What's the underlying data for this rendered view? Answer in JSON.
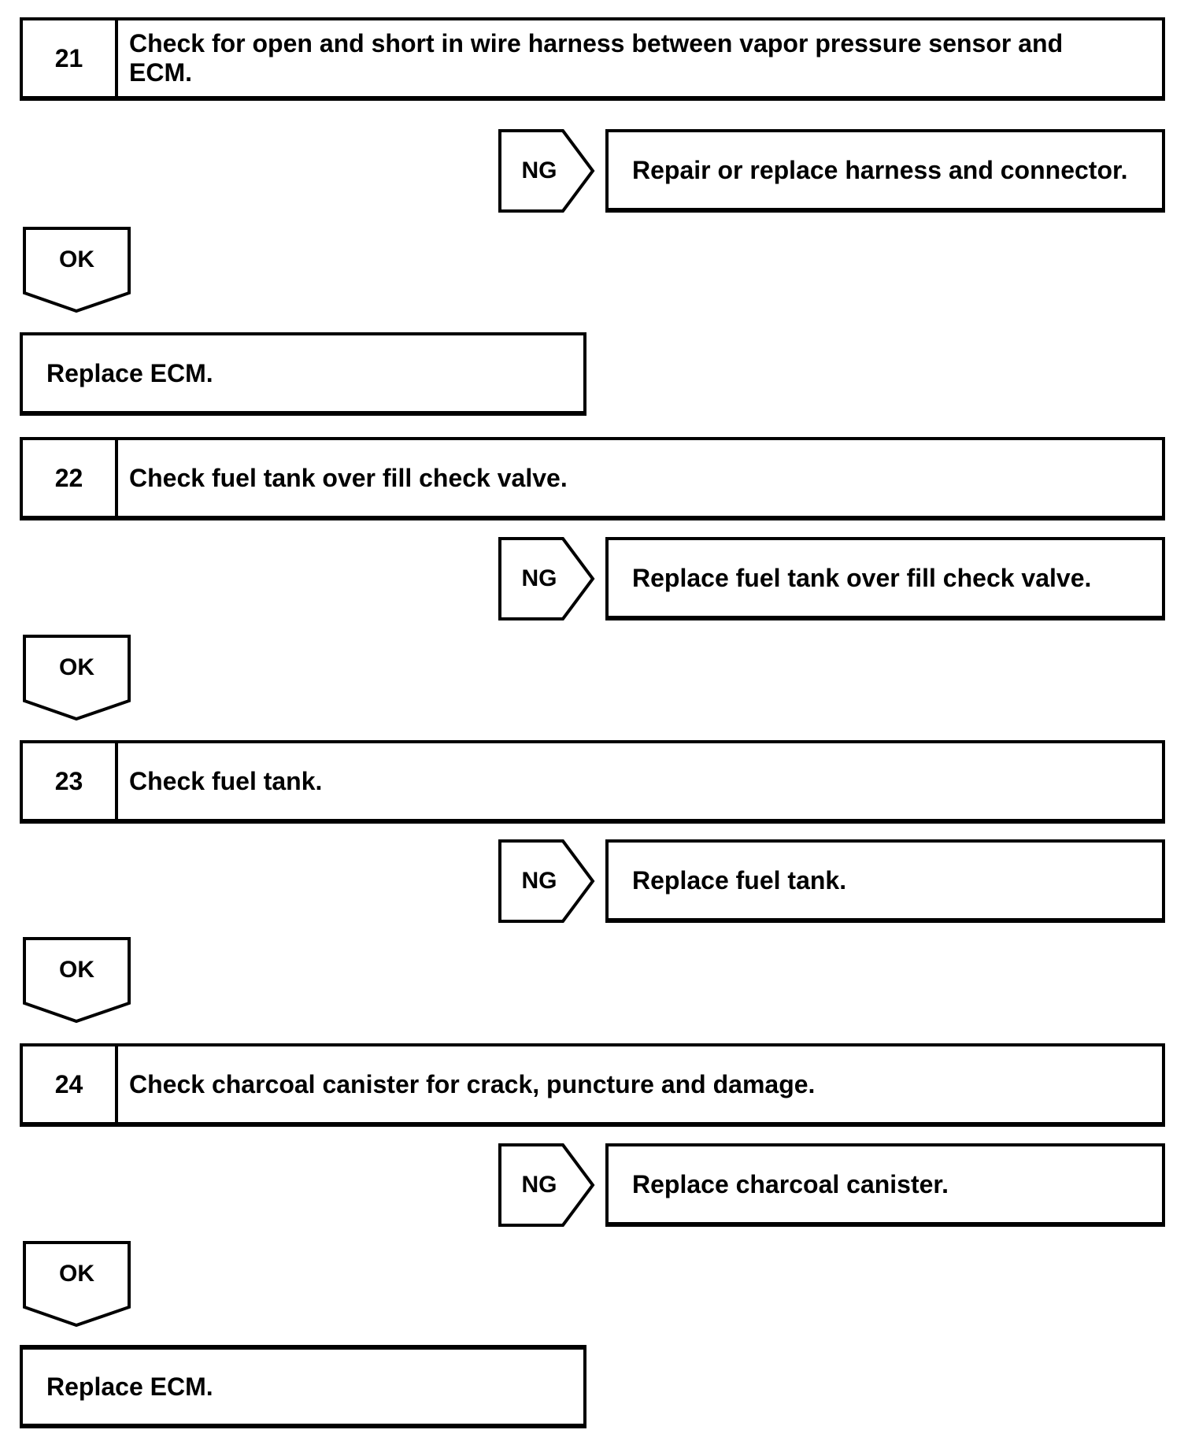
{
  "flowchart": {
    "colors": {
      "line": "#000000",
      "background": "#ffffff"
    },
    "connector_labels": {
      "ng": "NG",
      "ok": "OK"
    },
    "steps": [
      {
        "number": "21",
        "instruction": "Check for open and short in wire harness between vapor pressure sensor and ECM.",
        "ng_label": "NG",
        "ng_action": "Repair or replace harness and connector.",
        "ok_label": "OK"
      },
      {
        "number": "22",
        "instruction": "Check fuel tank over fill check valve.",
        "ng_label": "NG",
        "ng_action": "Replace fuel tank over fill check valve.",
        "ok_label": "OK"
      },
      {
        "number": "23",
        "instruction": "Check fuel tank.",
        "ng_label": "NG",
        "ng_action": "Replace fuel tank.",
        "ok_label": "OK"
      },
      {
        "number": "24",
        "instruction": "Check charcoal canister for crack, puncture and damage.",
        "ng_label": "NG",
        "ng_action": "Replace charcoal canister.",
        "ok_label": "OK"
      }
    ],
    "terminals": [
      {
        "action": "Replace ECM."
      },
      {
        "action": "Replace ECM."
      }
    ]
  }
}
